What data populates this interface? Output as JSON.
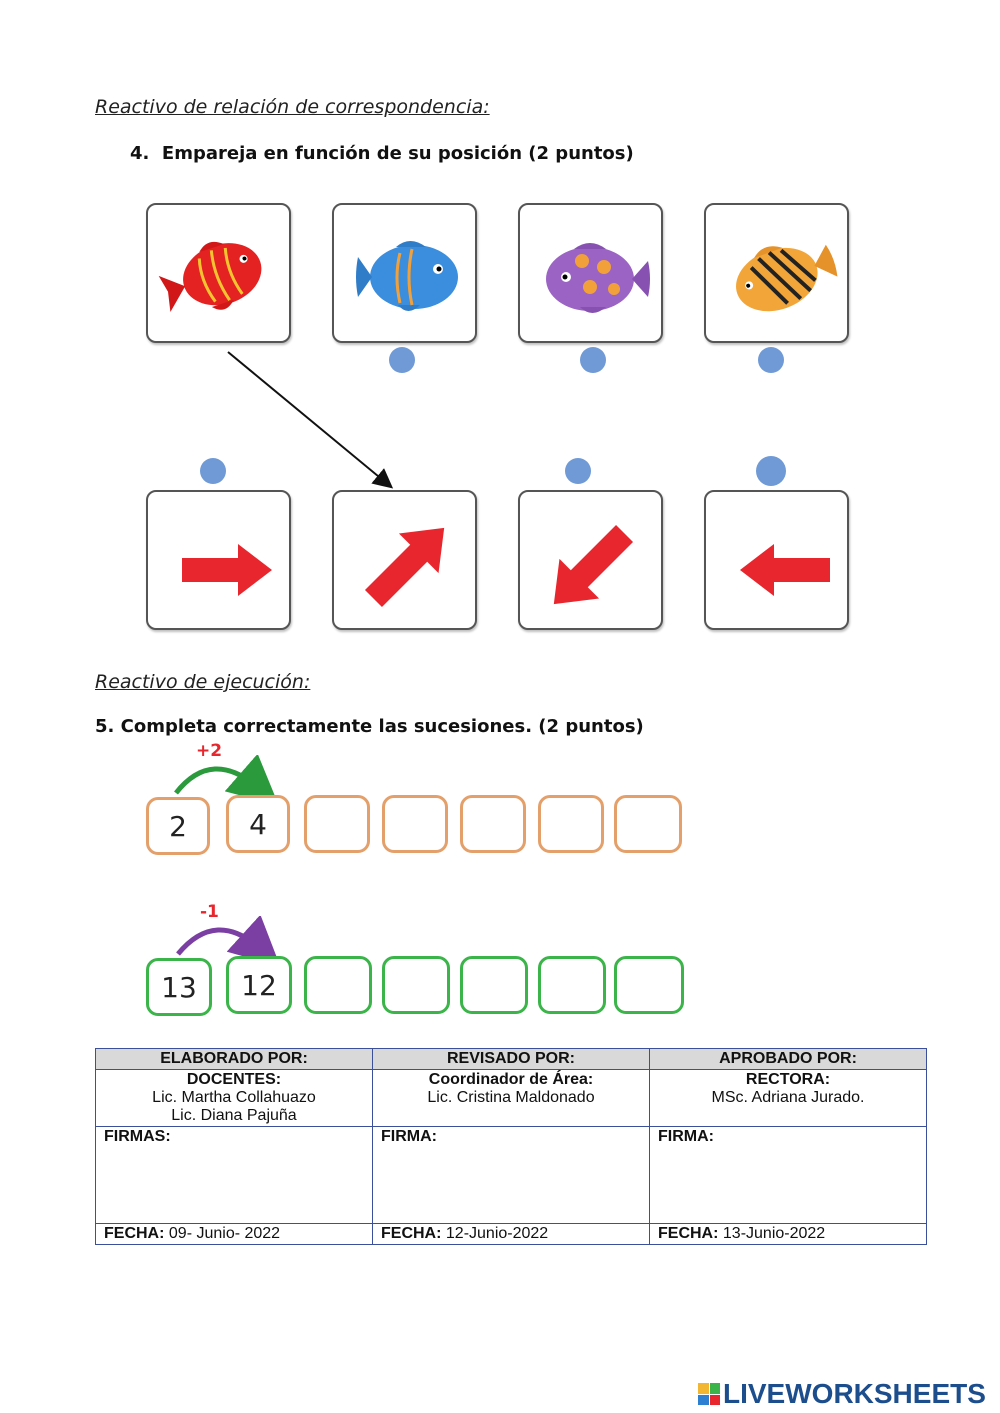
{
  "section1": {
    "title": "Reactivo de relación de correspondencia:"
  },
  "question4": {
    "number": "4.",
    "text": "Empareja en función de su posición (2 puntos)"
  },
  "fish": [
    {
      "name": "red-fish",
      "color": "#e52222"
    },
    {
      "name": "blue-fish",
      "color": "#3b8ede"
    },
    {
      "name": "purple-fish",
      "color": "#9a63c4"
    },
    {
      "name": "orange-fish",
      "color": "#f2a63a"
    }
  ],
  "arrows": [
    {
      "name": "right-arrow",
      "direction": "right"
    },
    {
      "name": "up-right-arrow",
      "direction": "up-right"
    },
    {
      "name": "down-left-arrow",
      "direction": "down-left"
    },
    {
      "name": "left-arrow",
      "direction": "left"
    }
  ],
  "colors": {
    "dot": "#6f9ad6",
    "arrow": "#e8262d",
    "orange_box": "#e4a06a",
    "green_box": "#3bb44a",
    "plus_arc": "#2a9a3c",
    "minus_arc": "#7b3fa3"
  },
  "section2": {
    "title": "Reactivo de ejecución:"
  },
  "question5": {
    "text": "5. Completa correctamente las sucesiones.  (2 puntos)"
  },
  "sequence1": {
    "step": "+2",
    "values": [
      "2",
      "4",
      "",
      "",
      "",
      "",
      ""
    ]
  },
  "sequence2": {
    "step": "-1",
    "values": [
      "13",
      "12",
      "",
      "",
      "",
      "",
      ""
    ]
  },
  "table": {
    "headers": [
      "ELABORADO POR:",
      "REVISADO POR:",
      "APROBADO POR:"
    ],
    "roles": [
      "DOCENTES:",
      "Coordinador de Área:",
      "RECTORA:"
    ],
    "names": [
      [
        "Lic. Martha Collahuazo",
        "Lic. Diana Pajuña"
      ],
      [
        "Lic. Cristina Maldonado"
      ],
      [
        "MSc. Adriana Jurado."
      ]
    ],
    "signature_labels": [
      "FIRMAS:",
      "FIRMA:",
      "FIRMA:"
    ],
    "date_label": "FECHA:",
    "dates": [
      "09- Junio- 2022",
      "12-Junio-2022",
      "13-Junio-2022"
    ]
  },
  "footer": {
    "brand": "LIVEWORKSHEETS"
  }
}
